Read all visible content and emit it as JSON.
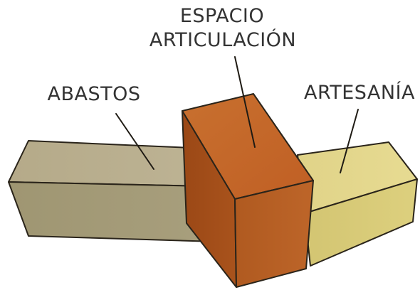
{
  "labels": {
    "espacio_line1": "ESPACIO",
    "espacio_line2": "ARTICULACIÓN",
    "abastos": "ABASTOS",
    "artesania": "ARTESANÍA"
  },
  "colors": {
    "abastos_top": "#b8ad8d",
    "abastos_front": "#a39a77",
    "espacio_top": "#c86a2c",
    "espacio_side": "#a7501a",
    "espacio_front": "#b65f23",
    "artesania_top": "#e3d68a",
    "artesania_front": "#d7ca77",
    "outline": "#2a241a",
    "text": "#333333"
  }
}
